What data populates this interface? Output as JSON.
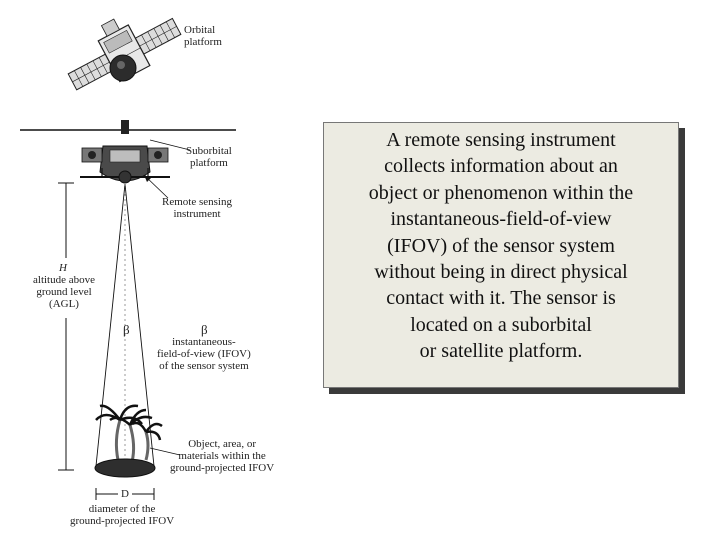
{
  "diagram": {
    "labels": {
      "orbital": [
        "Orbital",
        "platform"
      ],
      "suborbital": [
        "Suborbital",
        "platform"
      ],
      "instrument": [
        "Remote sensing",
        "instrument"
      ],
      "altitude_symbol": "H",
      "altitude": [
        "altitude above",
        "ground level",
        "(AGL)"
      ],
      "beta_left": "β",
      "beta_right": "β",
      "ifov": [
        "instantaneous-",
        "field-of-view (IFOV)",
        "of the sensor system"
      ],
      "object": [
        "Object, area, or",
        "materials within the",
        "ground-projected IFOV"
      ],
      "d_symbol": "D",
      "diameter": [
        "diameter of the",
        "ground-projected IFOV"
      ]
    }
  },
  "description": {
    "lines": [
      "A remote sensing instrument",
      "collects information about an",
      "object or phenomenon within the",
      "instantaneous-field-of-view",
      "(IFOV) of the sensor system",
      "without being in direct physical",
      "contact with it. The sensor is",
      "located on a suborbital",
      "or satellite platform."
    ]
  }
}
